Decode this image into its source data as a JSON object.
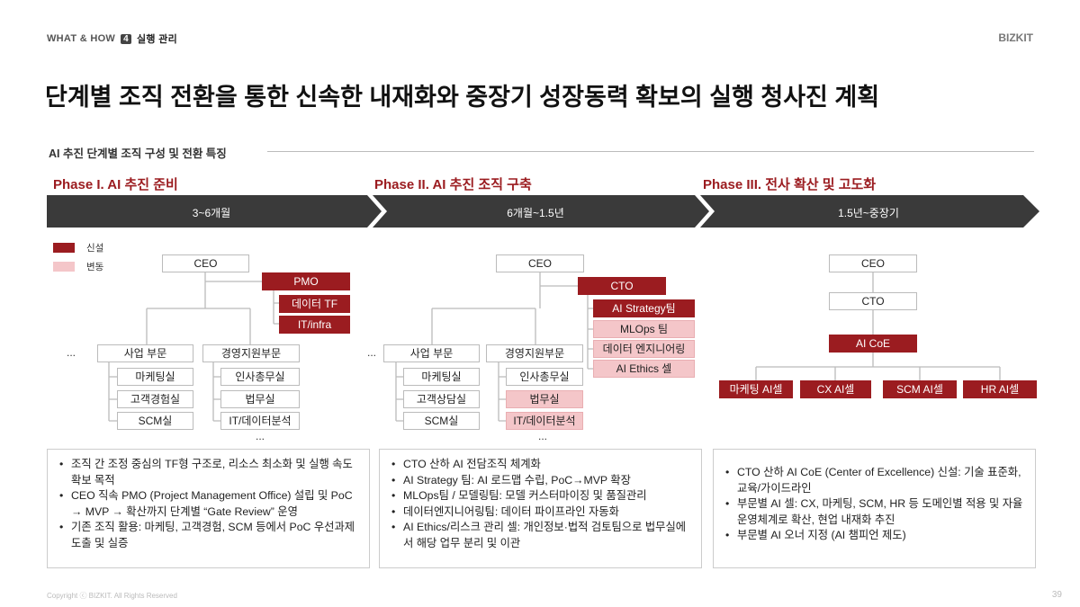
{
  "header": {
    "section": "WHAT & HOW",
    "step_num": "4",
    "step": "실행 관리",
    "brand": "BIZKIT"
  },
  "title": "단계별 조직 전환을 통한 신속한 내재화와 중장기 성장동력 확보의 실행 청사진 계획",
  "subtitle": "AI 추진 단계별 조직 구성 및 전환 특징",
  "legend": {
    "new": "신설",
    "changed": "변동"
  },
  "colors": {
    "new": "#9b1c20",
    "changed": "#f4c6c9",
    "bar": "#3a3a3a"
  },
  "phases": [
    {
      "title": "Phase I. AI 추진 준비",
      "period": "3~6개월",
      "org": {
        "ceo": "CEO",
        "pmo": "PMO",
        "pmo_subs": [
          "데이터 TF",
          "IT/infra"
        ],
        "div1": "사업 부문",
        "div1_subs": [
          "마케팅실",
          "고객경험실",
          "SCM실"
        ],
        "div2": "경영지원부문",
        "div2_subs": [
          "인사총무실",
          "법무실",
          "IT/데이터분석"
        ],
        "ellipsis": "..."
      },
      "bullets": [
        "조직 간 조정 중심의 TF형 구조로, 리소스 최소화 및 실행 속도 확보 목적",
        "CEO 직속 PMO (Project Management Office) 설립 및 PoC → MVP → 확산까지 단계별 “Gate Review” 운영",
        "기존 조직 활용: 마케팅, 고객경험, SCM 등에서 PoC 우선과제 도출 및 실증"
      ]
    },
    {
      "title": "Phase II. AI 추진 조직 구축",
      "period": "6개월~1.5년",
      "org": {
        "ceo": "CEO",
        "cto": "CTO",
        "cto_subs": [
          "AI Strategy팀",
          "MLOps 팀",
          "데이터 엔지니어링",
          "AI Ethics 셀"
        ],
        "div1": "사업 부문",
        "div1_subs": [
          "마케팅실",
          "고객상담실",
          "SCM실"
        ],
        "div2": "경영지원부문",
        "div2_subs": [
          "인사총무실",
          "법무실",
          "IT/데이터분석"
        ],
        "ellipsis": "..."
      },
      "bullets": [
        "CTO 산하 AI 전담조직 체계화",
        "AI Strategy 팀: AI 로드맵 수립, PoC→MVP 확장",
        "MLOps팀 / 모델링팀: 모델 커스터마이징 및 품질관리",
        "데이터엔지니어링팀: 데이터 파이프라인 자동화",
        "AI Ethics/리스크 관리 셀: 개인정보·법적 검토팀으로 법무실에서 해당 업무 분리 및 이관"
      ]
    },
    {
      "title": "Phase III. 전사 확산 및 고도화",
      "period": "1.5년~중장기",
      "org": {
        "ceo": "CEO",
        "cto": "CTO",
        "coe": "AI CoE",
        "cells": [
          "마케팅 AI셀",
          "CX AI셀",
          "SCM AI셀",
          "HR AI셀"
        ]
      },
      "bullets": [
        "CTO 산하 AI CoE (Center of Excellence) 신설: 기술 표준화, 교육/가이드라인",
        "부문별 AI 셀: CX, 마케팅, SCM, HR 등 도메인별 적용 및 자율 운영체계로 확산, 현업 내재화 추진",
        "부문별 AI 오너 지정 (AI 챔피언 제도)"
      ]
    }
  ],
  "footer": {
    "copyright": "Copyright ⓒ BIZKIT. All Rights Reserved",
    "page": "39"
  }
}
